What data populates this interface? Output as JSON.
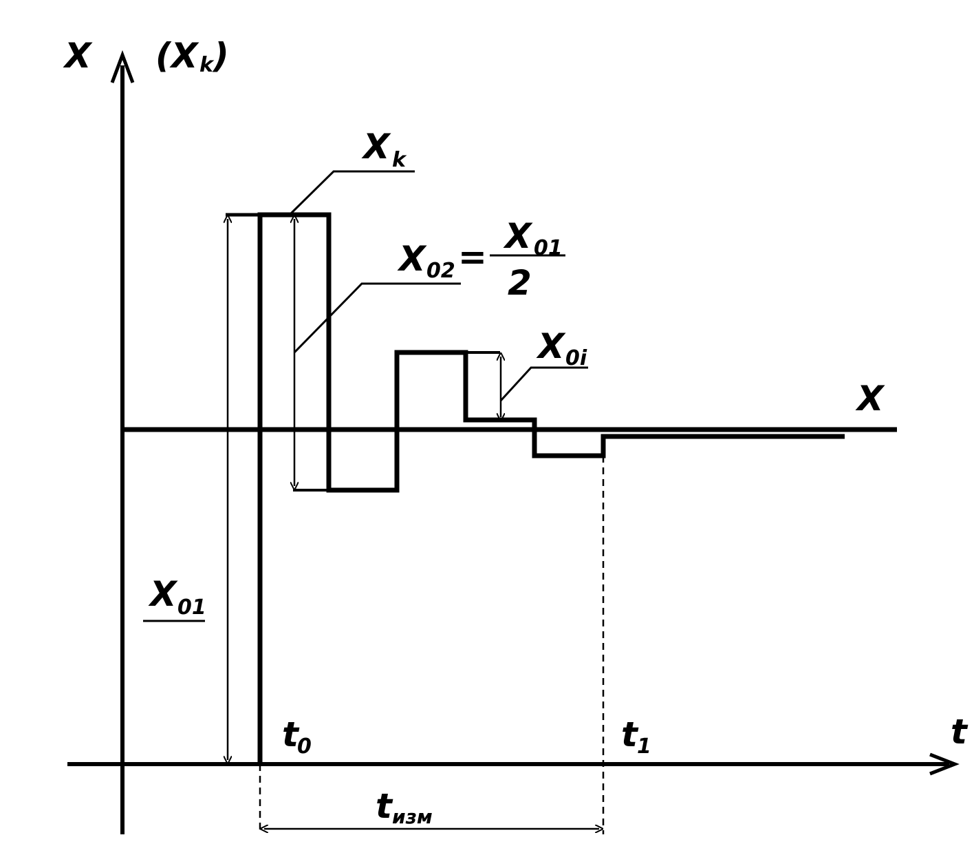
{
  "labels": {
    "y_axis": "X",
    "y_axis_alt": "(X",
    "y_axis_alt_sub": "k",
    "y_axis_alt_close": ")",
    "x_axis": "t",
    "xk": "X",
    "xk_sub": "k",
    "x02": "X",
    "x02_sub": "02",
    "equals": "=",
    "x01_num": "X",
    "x01_num_sub": "01",
    "denominator": "2",
    "x0i": "X",
    "x0i_sub": "0i",
    "x_level": "X",
    "x01": "X",
    "x01_sub": "01",
    "t0": "t",
    "t0_sub": "0",
    "t1": "t",
    "t1_sub": "1",
    "tizm": "t",
    "tizm_sub": "изм"
  },
  "colors": {
    "ink": "#000000",
    "background": "#ffffff"
  }
}
